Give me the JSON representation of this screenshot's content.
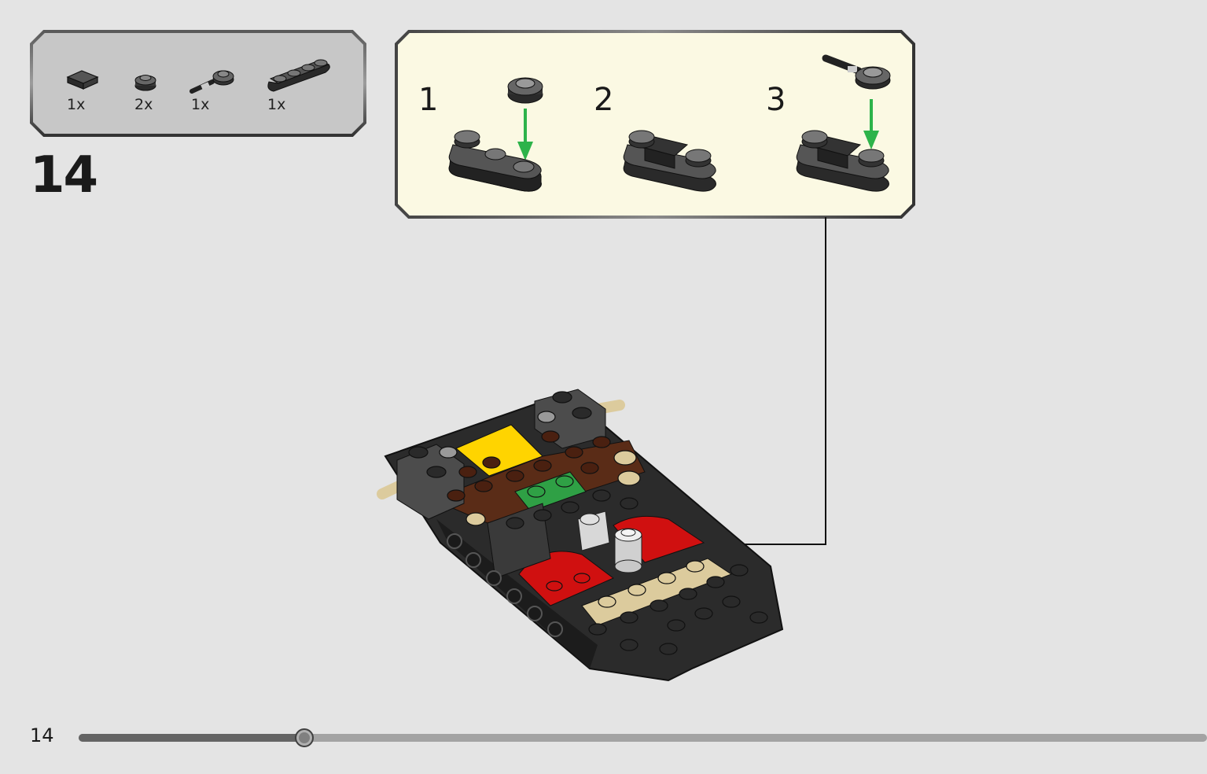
{
  "parts_list": {
    "items": [
      {
        "qty": "1x",
        "icon": "tile-1x1-dark-gray-icon"
      },
      {
        "qty": "2x",
        "icon": "round-plate-1x1-dark-gray-icon"
      },
      {
        "qty": "1x",
        "icon": "plate-with-bar-dark-gray-icon"
      },
      {
        "qty": "1x",
        "icon": "plate-1x4-rounded-dark-gray-icon"
      }
    ]
  },
  "step": {
    "number": "14"
  },
  "sub_assembly": {
    "steps": [
      {
        "label": "1"
      },
      {
        "label": "2"
      },
      {
        "label": "3"
      }
    ]
  },
  "footer": {
    "page_number": "14",
    "progress": 0.2
  },
  "colors": {
    "page_background": "#e4e4e4",
    "parts_panel": "#c7c7c7",
    "sub_panel": "#fbf9e3",
    "arrow_green": "#2db34a",
    "brick_dark": "#2d2d2d",
    "brick_brown": "#5a2c17",
    "brick_yellow": "#ffd400",
    "brick_green": "#2fa045",
    "brick_red": "#d01010",
    "brick_tan": "#dccb9d"
  }
}
